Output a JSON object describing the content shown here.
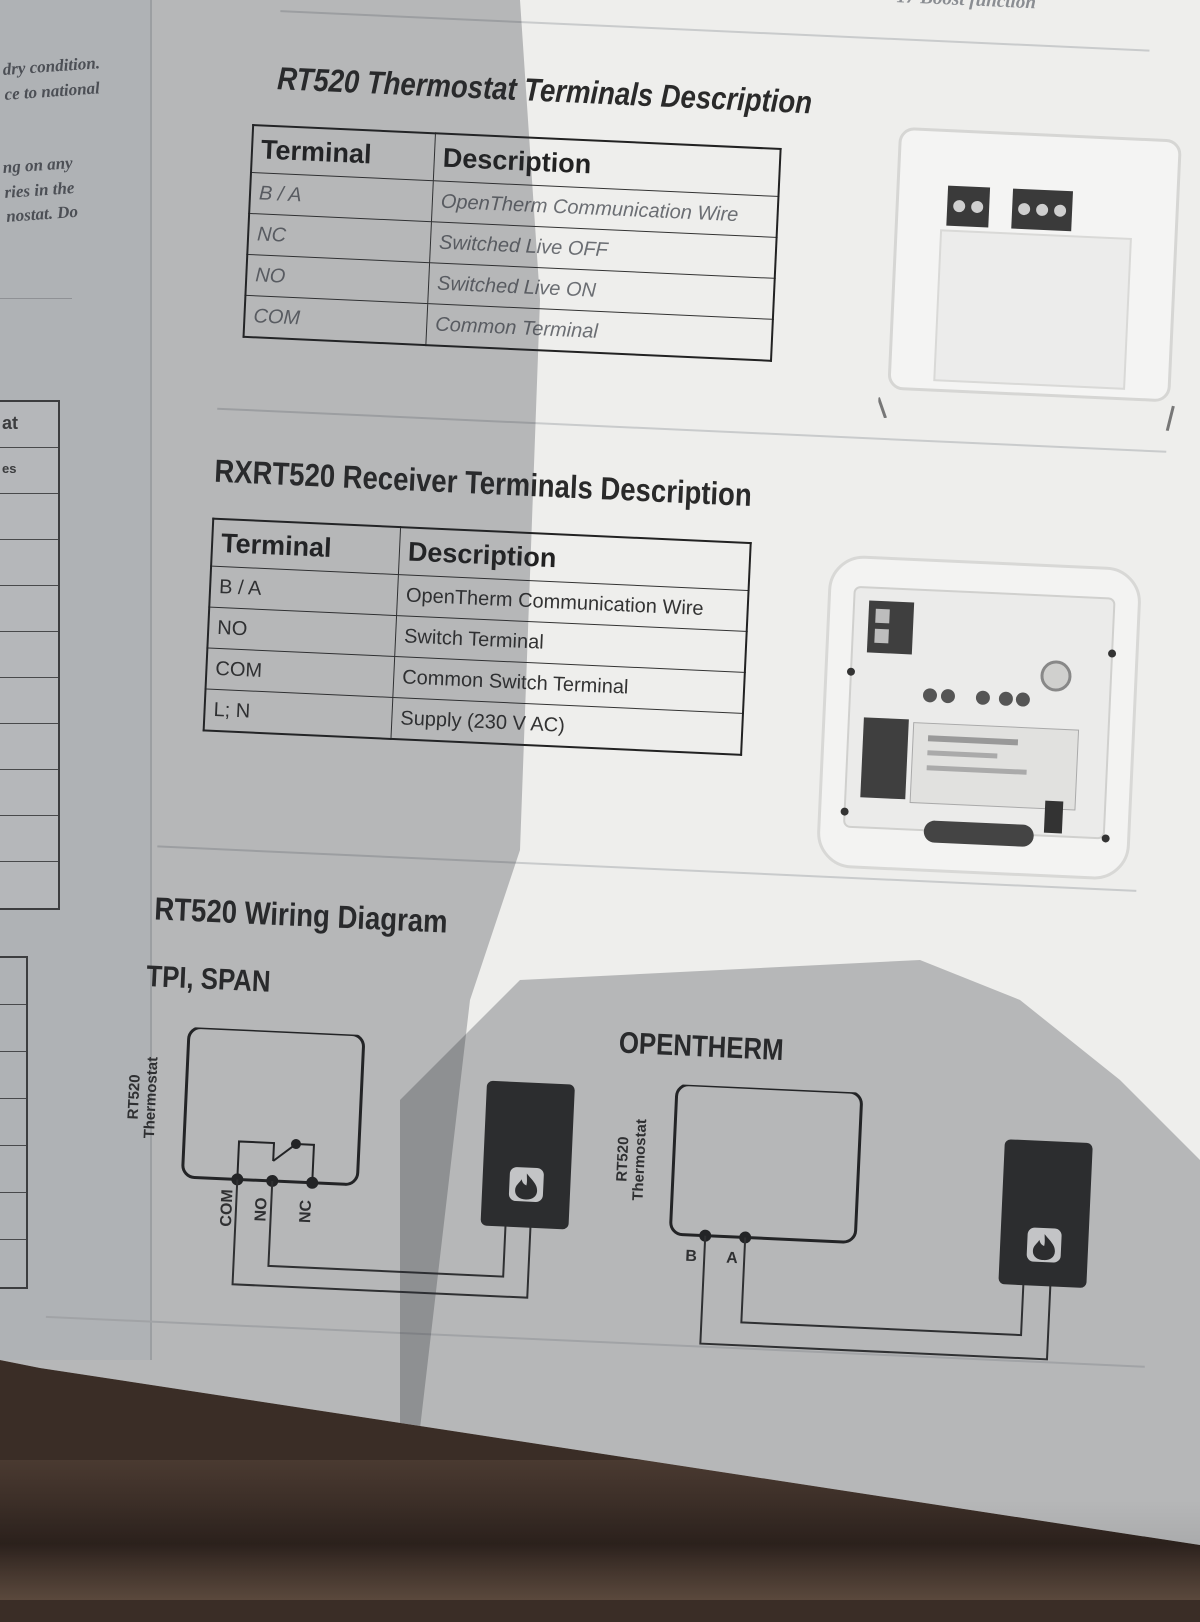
{
  "page_header": "17  Boost function",
  "left_page": {
    "text_lines": [
      "dry condition.",
      "ce to national",
      "ng on any",
      "ries in the",
      "nostat. Do"
    ],
    "table_fragments": [
      "at",
      "es"
    ]
  },
  "thermostat_terminals": {
    "title": "RT520 Thermostat Terminals Description",
    "headers": [
      "Terminal",
      "Description"
    ],
    "rows": [
      [
        "B / A",
        "OpenTherm Communication Wire"
      ],
      [
        "NC",
        "Switched Live OFF"
      ],
      [
        "NO",
        "Switched Live ON"
      ],
      [
        "COM",
        "Common Terminal"
      ]
    ]
  },
  "receiver_terminals": {
    "title": "RXRT520 Receiver Terminals Description",
    "headers": [
      "Terminal",
      "Description"
    ],
    "rows": [
      [
        "B / A",
        "OpenTherm Communication Wire"
      ],
      [
        "NO",
        "Switch Terminal"
      ],
      [
        "COM",
        "Common Switch Terminal"
      ],
      [
        "L; N",
        "Supply (230 V AC)"
      ]
    ]
  },
  "wiring_diagram": {
    "title": "RT520 Wiring Diagram",
    "tpi_span": {
      "label": "TPI, SPAN",
      "device_label_line1": "RT520",
      "device_label_line2": "Thermostat",
      "pins": [
        "COM",
        "NO",
        "NC"
      ],
      "boiler_icon": "flame-icon"
    },
    "opentherm": {
      "label": "OPENTHERM",
      "device_label_line1": "RT520",
      "device_label_line2": "Thermostat",
      "pins": [
        "B",
        "A"
      ],
      "boiler_icon": "flame-icon"
    }
  }
}
